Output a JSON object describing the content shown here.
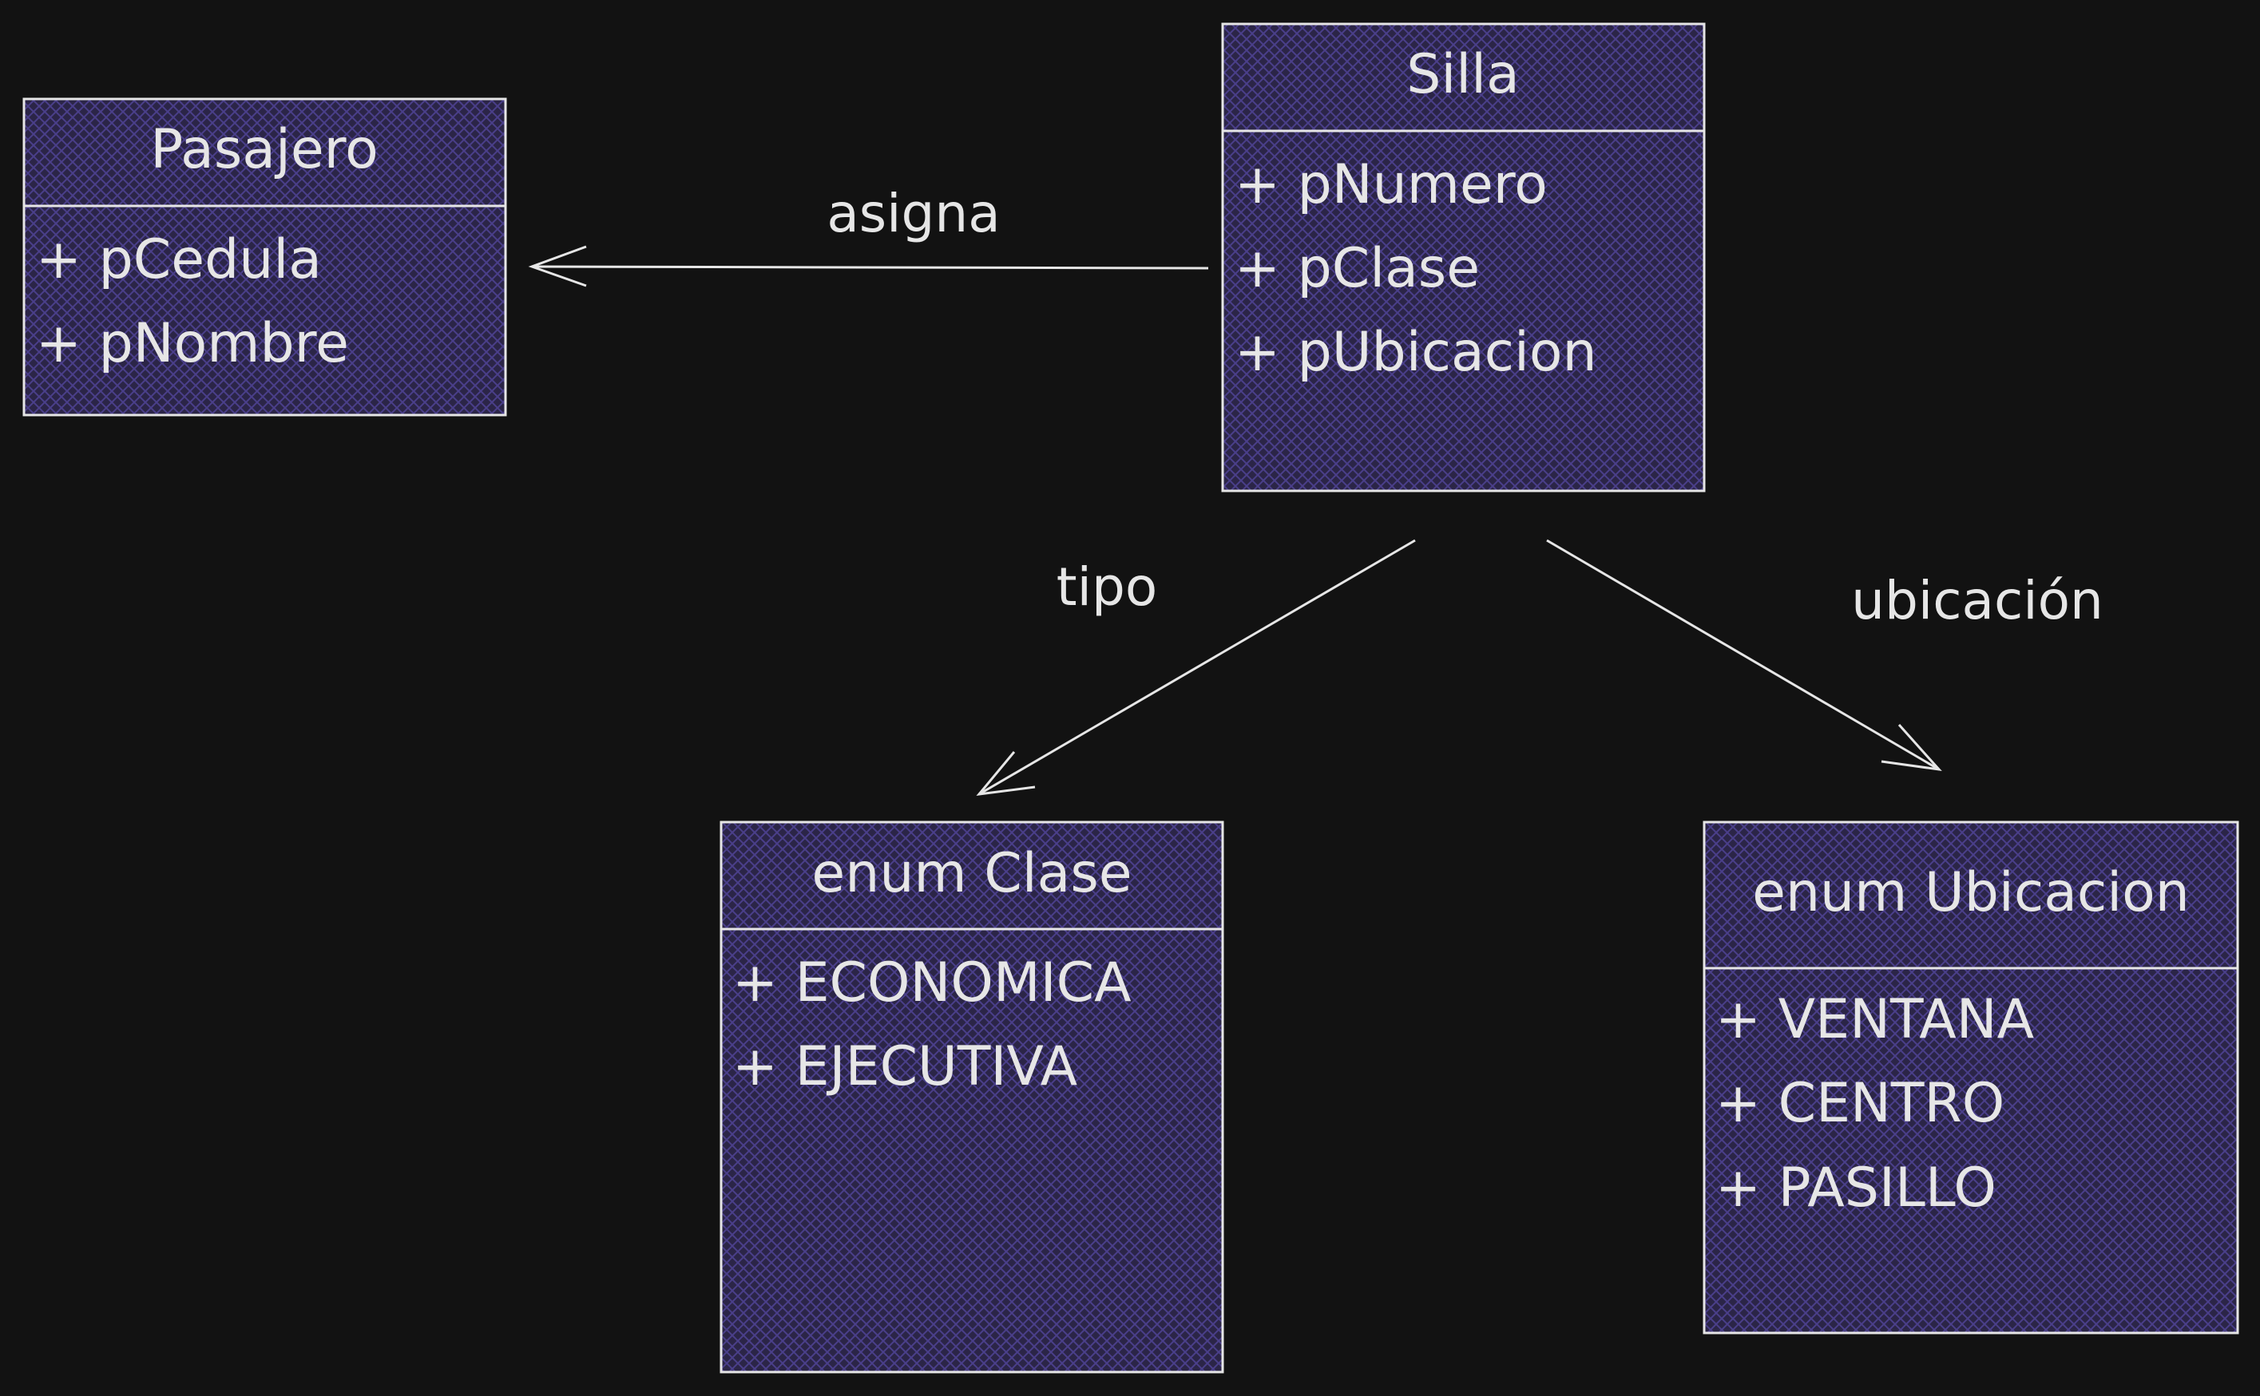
{
  "colors": {
    "background": "#121212",
    "box_fill": "#2b2547",
    "hatch": "#4a3f8a",
    "stroke": "#e6e6e6",
    "text": "#e6e6e6"
  },
  "classes": {
    "pasajero": {
      "title": "Pasajero",
      "attributes": [
        "+ pCedula",
        "+ pNombre"
      ]
    },
    "silla": {
      "title": "Silla",
      "attributes": [
        "+ pNumero",
        "+ pClase",
        "+ pUbicacion"
      ]
    },
    "clase": {
      "title": "enum Clase",
      "attributes": [
        "+ ECONOMICA",
        "+ EJECUTIVA"
      ]
    },
    "ubicacion": {
      "title": "enum Ubicacion",
      "attributes": [
        "+ VENTANA",
        "+ CENTRO",
        "+ PASILLO"
      ]
    }
  },
  "relations": {
    "asigna": {
      "label": "asigna",
      "from": "Silla",
      "to": "Pasajero"
    },
    "tipo": {
      "label": "tipo",
      "from": "Silla",
      "to": "enum Clase"
    },
    "ubicacion": {
      "label": "ubicación",
      "from": "Silla",
      "to": "enum Ubicacion"
    }
  }
}
